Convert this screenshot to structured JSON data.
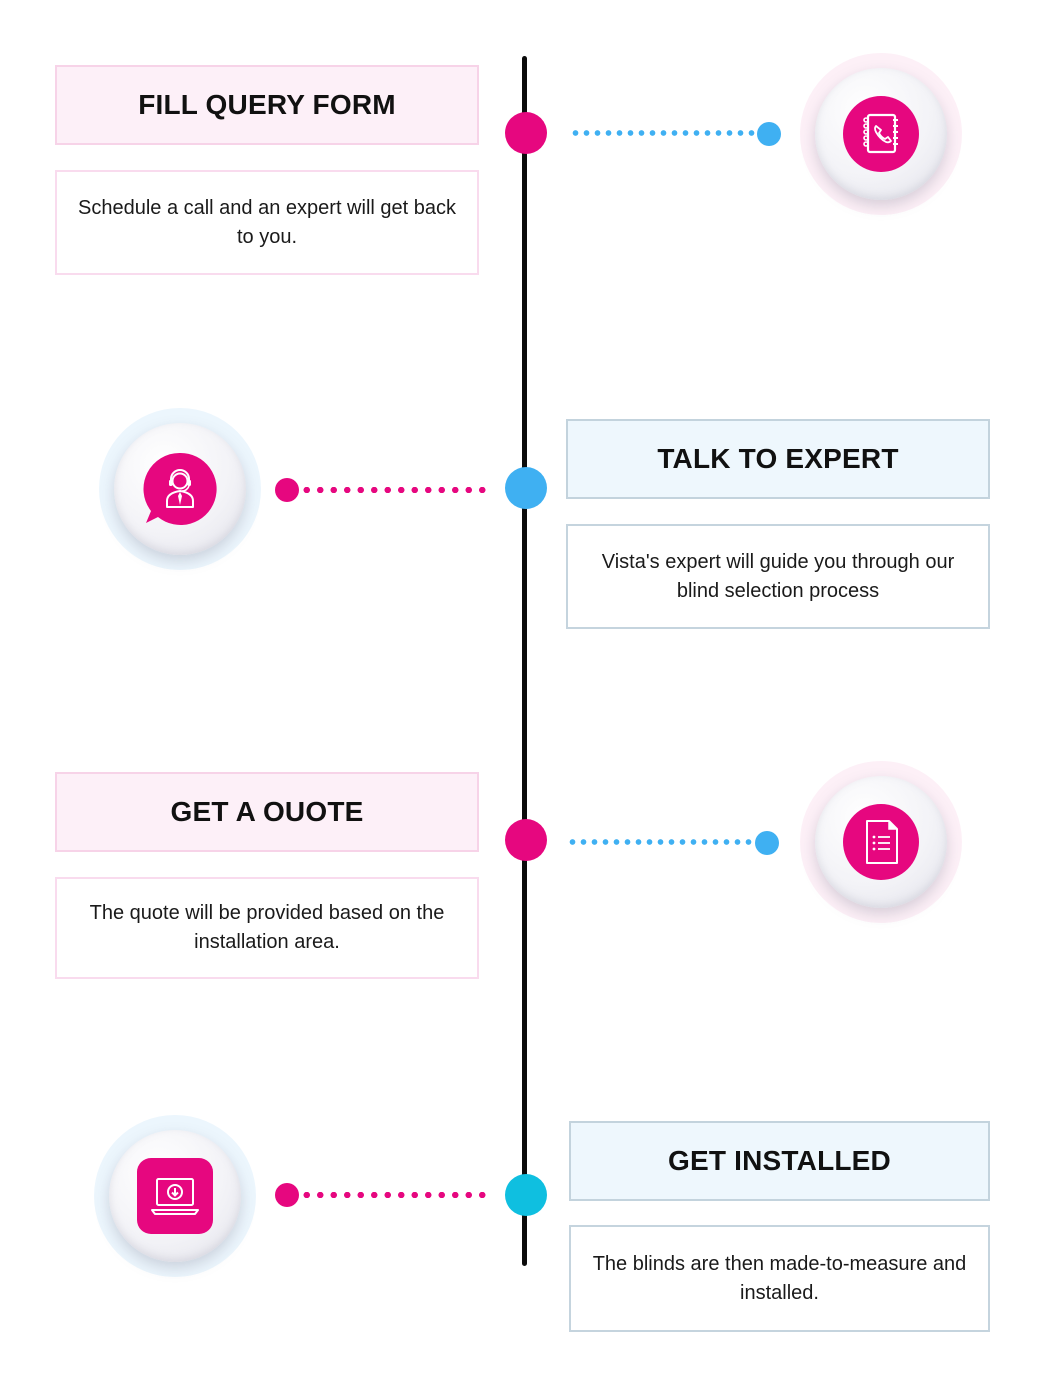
{
  "steps": [
    {
      "title": "FILL QUERY FORM",
      "description": "Schedule a call and an expert will get back to you.",
      "icon": "phone-book-icon"
    },
    {
      "title": "TALK TO EXPERT",
      "description": "Vista's expert will guide you through our blind selection process",
      "icon": "support-agent-icon"
    },
    {
      "title": "GET A OUOTE",
      "description": "The quote will be provided based on the installation area.",
      "icon": "document-icon"
    },
    {
      "title": "GET INSTALLED",
      "description": "The blinds are then made-to-measure and installed.",
      "icon": "laptop-download-icon"
    }
  ],
  "colors": {
    "pink": "#e6077f",
    "blue": "#3fb0f2",
    "cyan": "#0fbfe0",
    "line": "#0b0b0b"
  }
}
